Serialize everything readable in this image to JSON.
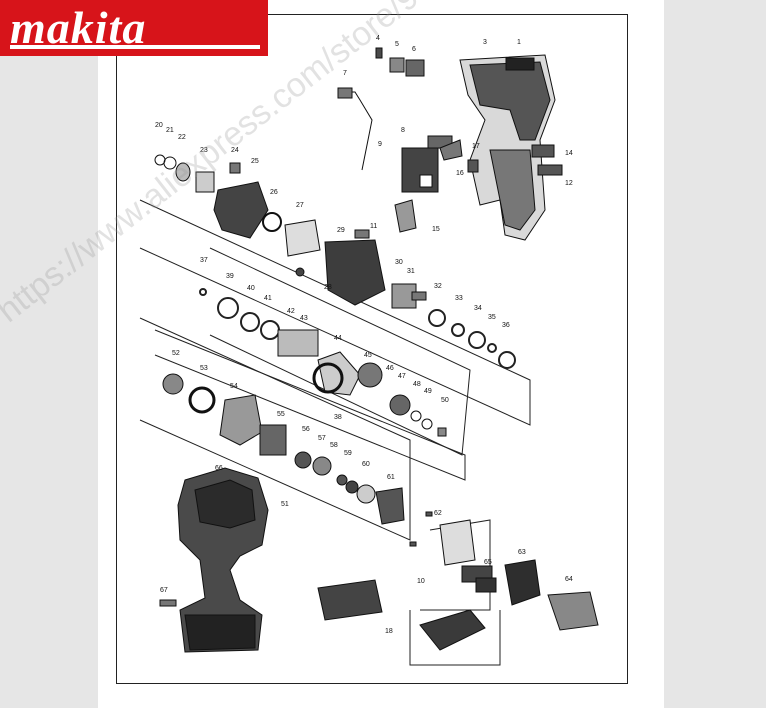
{
  "brand": {
    "logo_text": "makita",
    "logo_color": "#d7141a"
  },
  "watermark": "https://www.aliexpress.com/store/911252901",
  "part_labels": [
    "1",
    "3",
    "4",
    "5",
    "6",
    "7",
    "8",
    "9",
    "10",
    "11",
    "12",
    "14",
    "15",
    "16",
    "17",
    "18",
    "20",
    "21",
    "22",
    "23",
    "24",
    "25",
    "26",
    "27",
    "28",
    "29",
    "30",
    "31",
    "32",
    "33",
    "34",
    "35",
    "36",
    "37",
    "38",
    "39",
    "40",
    "41",
    "42",
    "43",
    "44",
    "45",
    "46",
    "47",
    "48",
    "49",
    "50",
    "51",
    "52",
    "53",
    "54",
    "55",
    "56",
    "57",
    "58",
    "59",
    "60",
    "61",
    "62",
    "63",
    "64",
    "65",
    "66",
    "67"
  ]
}
